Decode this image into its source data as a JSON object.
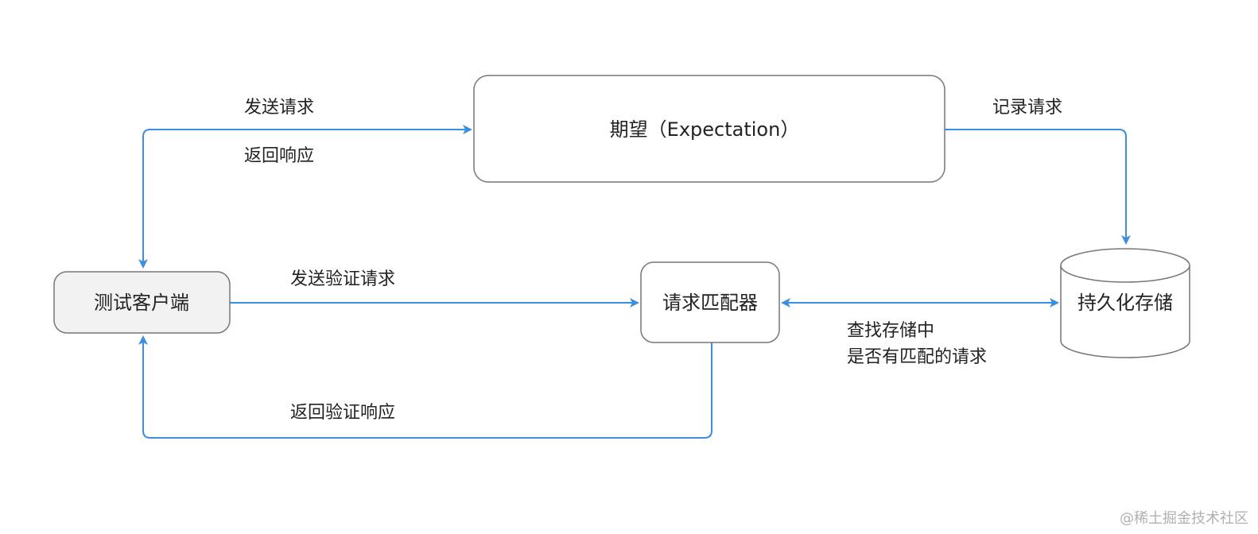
{
  "colors": {
    "edge": "#3b8fe3",
    "node_border": "#777777",
    "client_fill": "#f2f2f2",
    "node_fill": "#ffffff",
    "text": "#222222"
  },
  "nodes": {
    "expectation": "期望（Expectation）",
    "test_client": "测试客户端",
    "request_matcher": "请求匹配器",
    "persistent_storage": "持久化存储"
  },
  "edge_labels": {
    "send_request": "发送请求",
    "return_response": "返回响应",
    "record_request": "记录请求",
    "send_verify_request": "发送验证请求",
    "lookup_line1": "查找存储中",
    "lookup_line2": "是否有匹配的请求",
    "return_verify_response": "返回验证响应"
  },
  "watermark": "@稀土掘金技术社区"
}
